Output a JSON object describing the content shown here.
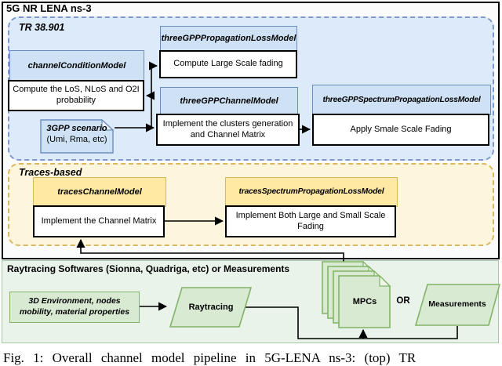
{
  "frame": {
    "title": "5G NR LENA ns-3"
  },
  "tr_section": {
    "label": "TR 38.901",
    "channel_condition": {
      "title": "channelConditionModel",
      "body": "Compute the LoS, NLoS and O2I probability"
    },
    "propagation_loss": {
      "title": "threeGPPPropagationLossModel",
      "body": "Compute Large Scale fading"
    },
    "channel_model": {
      "title": "threeGPPChannelModel",
      "body": "Implement the clusters generation and Channel Matrix"
    },
    "spectrum_loss": {
      "title": "threeGPPSpectrumPropagationLossModel",
      "body": "Apply Smale Scale Fading"
    },
    "scenario_note": {
      "title": "3GPP scenario",
      "subtitle": "(Umi, Rma, etc)"
    }
  },
  "traces_section": {
    "label": "Traces-based",
    "traces_channel": {
      "title": "tracesChannelModel",
      "body": "Implement the Channel Matrix"
    },
    "traces_spectrum": {
      "title": "tracesSpectrumPropagationLossModel",
      "body": "Implement Both Large and Small Scale Fading"
    }
  },
  "raytracing_section": {
    "title": "Raytracing Softwares (Sionna, Quadriga, etc) or Measurements",
    "environment_box": "3D Environment, nodes mobility, material properties",
    "raytracing_label": "Raytracing",
    "mpcs_label": "MPCs",
    "or_label": "OR",
    "measurements_label": "Measurements"
  },
  "caption": "Fig. 1:  Overall channel model pipeline in 5G-LENA ns-3:  (top) TR",
  "colors": {
    "blueFill": "#ddeafa",
    "blueHeader": "#cfe2f5",
    "blueBorder": "#6c8ebf",
    "blueDash": "#7e99c9",
    "yellowFill": "#fdf5dc",
    "yellowHeader": "#ffe9a3",
    "yellowBorder": "#d8b960",
    "greenBand": "#eaf3ea",
    "greenBandBorder": "#a6c9a6",
    "greenFill": "#d9ead3",
    "greenBorder": "#82b366"
  }
}
